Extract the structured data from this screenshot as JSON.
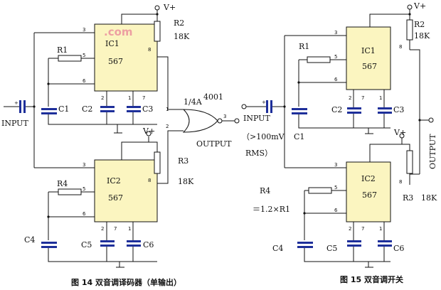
{
  "fig14": {
    "vplus_top": "V+",
    "r2_name": "R2",
    "r2_value": "18K",
    "ic1_name": "IC1",
    "ic1_part": "567",
    "r1_name": "R1",
    "c1_name": "C1",
    "c2_name": "C2",
    "c3_name": "C3",
    "input_label": "INPUT",
    "gate_fraction": "1/4A",
    "gate_part": "4001",
    "output_label": "OUTPUT",
    "vplus_mid": "V+",
    "r3_name": "R3",
    "r3_value": "18K",
    "ic2_name": "IC2",
    "ic2_part": "567",
    "r4_name": "R4",
    "c4_name": "C4",
    "c5_name": "C5",
    "c6_name": "C6",
    "caption": "图 14 双音调译码器（单输出）",
    "pins": {
      "p3": "3",
      "p5": "5",
      "p6": "6",
      "p8": "8",
      "p2": "2",
      "p1": "1",
      "p7": "7",
      "g1": "1",
      "g2": "2",
      "g3": "3"
    }
  },
  "fig15": {
    "vplus_top": "V+",
    "r2_name": "R2",
    "r2_value": "18K",
    "ic1_name": "IC1",
    "ic1_part": "567",
    "r1_name": "R1",
    "c1_name": "C1",
    "c2_name": "C2",
    "c3_name": "C3",
    "input_label": "INPUT",
    "input_level": "（>100mV",
    "input_unit": "RMS）",
    "output_label": "OUTPUT",
    "vplus_mid": "V+",
    "r3_name": "R3",
    "r3_value": "18K",
    "ic2_name": "IC2",
    "ic2_part": "567",
    "r4_name": "R4",
    "r4_formula": "＝1.2×R1",
    "c4_name": "C4",
    "c5_name": "C5",
    "c6_name": "C6",
    "caption": "图 15 双音调开关",
    "pins": {
      "p3": "3",
      "p5": "5",
      "p6": "6",
      "p8": "8",
      "p2": "2",
      "p1": "1",
      "p7": "7"
    }
  },
  "watermark": ".com",
  "colors": {
    "ic_fill": "#fbf5c0",
    "capacitor": "#1e2f9a",
    "watermark": "#e35a8a"
  }
}
